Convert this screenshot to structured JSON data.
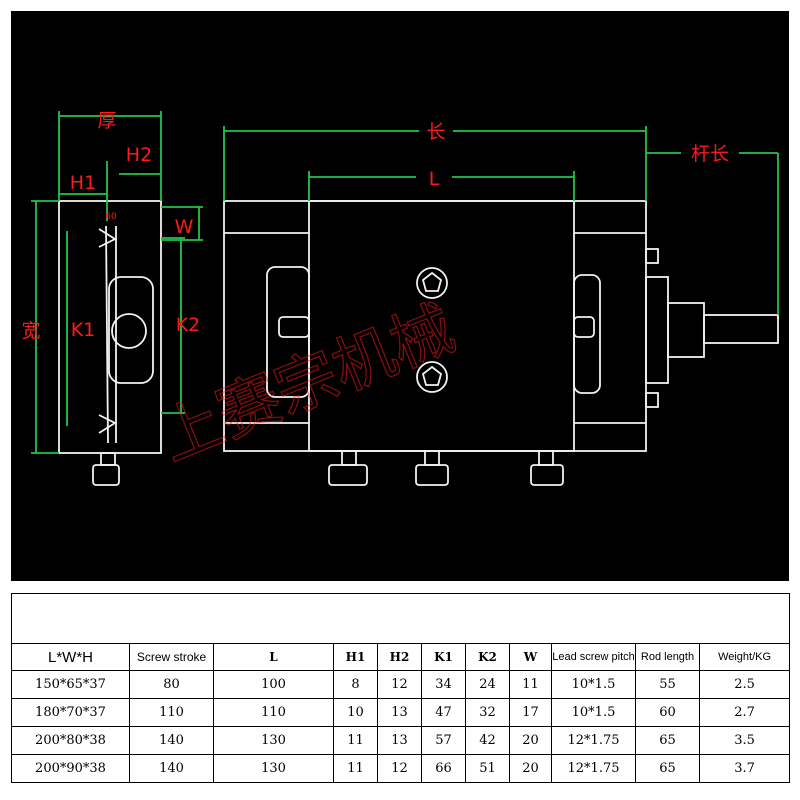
{
  "drawing": {
    "labels": {
      "thickness": "厚",
      "h1": "H1",
      "h2": "H2",
      "w": "W",
      "width": "宽",
      "k1": "K1",
      "k2": "K2",
      "angle": "60",
      "length": "长",
      "l": "L",
      "rod_length": "杆长"
    },
    "watermark": "上赛宗机械",
    "colors": {
      "background": "#000000",
      "line": "#f2f2f2",
      "dimension": "#22c44a",
      "label": "#ff1a1a"
    }
  },
  "table": {
    "headers": [
      "L*W*H",
      "Screw stroke",
      "L",
      "H1",
      "H2",
      "K1",
      "K2",
      "W",
      "Lead screw pitch",
      "Rod length",
      "Weight/KG"
    ],
    "rows": [
      [
        "150*65*37",
        "80",
        "100",
        "8",
        "12",
        "34",
        "24",
        "11",
        "10*1.5",
        "55",
        "2.5"
      ],
      [
        "180*70*37",
        "110",
        "110",
        "10",
        "13",
        "47",
        "32",
        "17",
        "10*1.5",
        "60",
        "2.7"
      ],
      [
        "200*80*38",
        "140",
        "130",
        "11",
        "13",
        "57",
        "42",
        "20",
        "12*1.75",
        "65",
        "3.5"
      ],
      [
        "200*90*38",
        "140",
        "130",
        "11",
        "12",
        "66",
        "51",
        "20",
        "12*1.75",
        "65",
        "3.7"
      ]
    ]
  }
}
